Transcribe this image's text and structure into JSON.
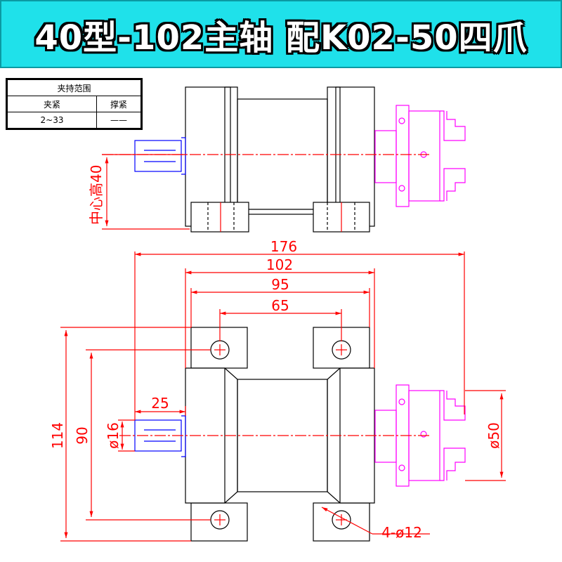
{
  "title": "40型-102主轴 配K02-50四爪",
  "table": {
    "header": "夹持范围",
    "col_clamp": "夹紧",
    "col_brace": "撑紧",
    "clamp_value": "2~33",
    "brace_value": "——"
  },
  "dimensions": {
    "center_height": "中心高40",
    "d176": "176",
    "d102": "102",
    "d95": "95",
    "d65": "65",
    "d25": "25",
    "d114": "114",
    "d90": "90",
    "dia16": "ø16",
    "dia50": "ø50",
    "holes": "4-ø12"
  },
  "colors": {
    "banner": "#1fe1ea",
    "outline": "#000000",
    "dimension": "#ff0000",
    "chuck": "#ff00ff",
    "shaft": "#0000ff"
  }
}
